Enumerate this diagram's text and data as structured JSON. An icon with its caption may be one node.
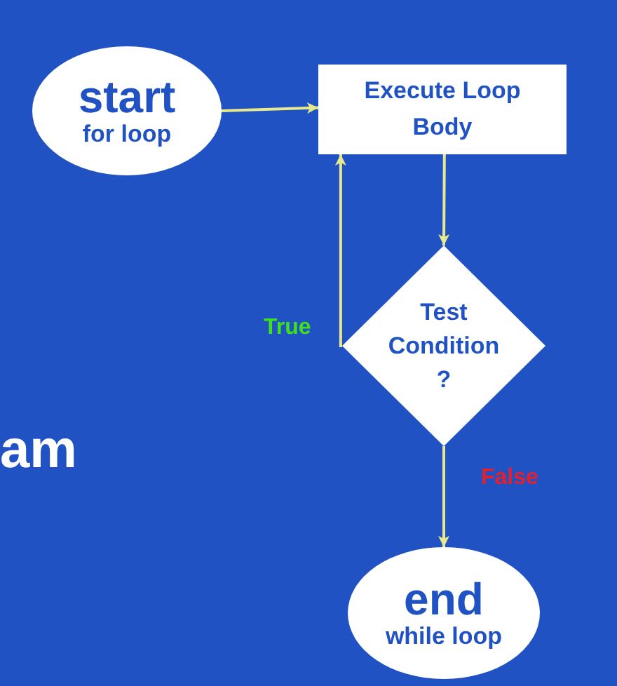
{
  "diagram": {
    "nodes": [
      {
        "text": [
          "start",
          "for loop"
        ]
      },
      {
        "text": [
          "Execute Loop Body"
        ]
      },
      {
        "text": [
          "Test Condition ?"
        ]
      },
      {
        "text": [
          "end",
          "while loop"
        ]
      }
    ],
    "edges": [
      {
        "from": 0,
        "to": 1,
        "arrow": "to"
      },
      {
        "from": 1,
        "to": 2,
        "arrow": "to"
      },
      {
        "from": 2,
        "to": 1,
        "arrow": "to",
        "label": "True"
      },
      {
        "from": 2,
        "to": 3,
        "arrow": "to",
        "label": "False"
      }
    ],
    "labels": [
      "am"
    ]
  }
}
